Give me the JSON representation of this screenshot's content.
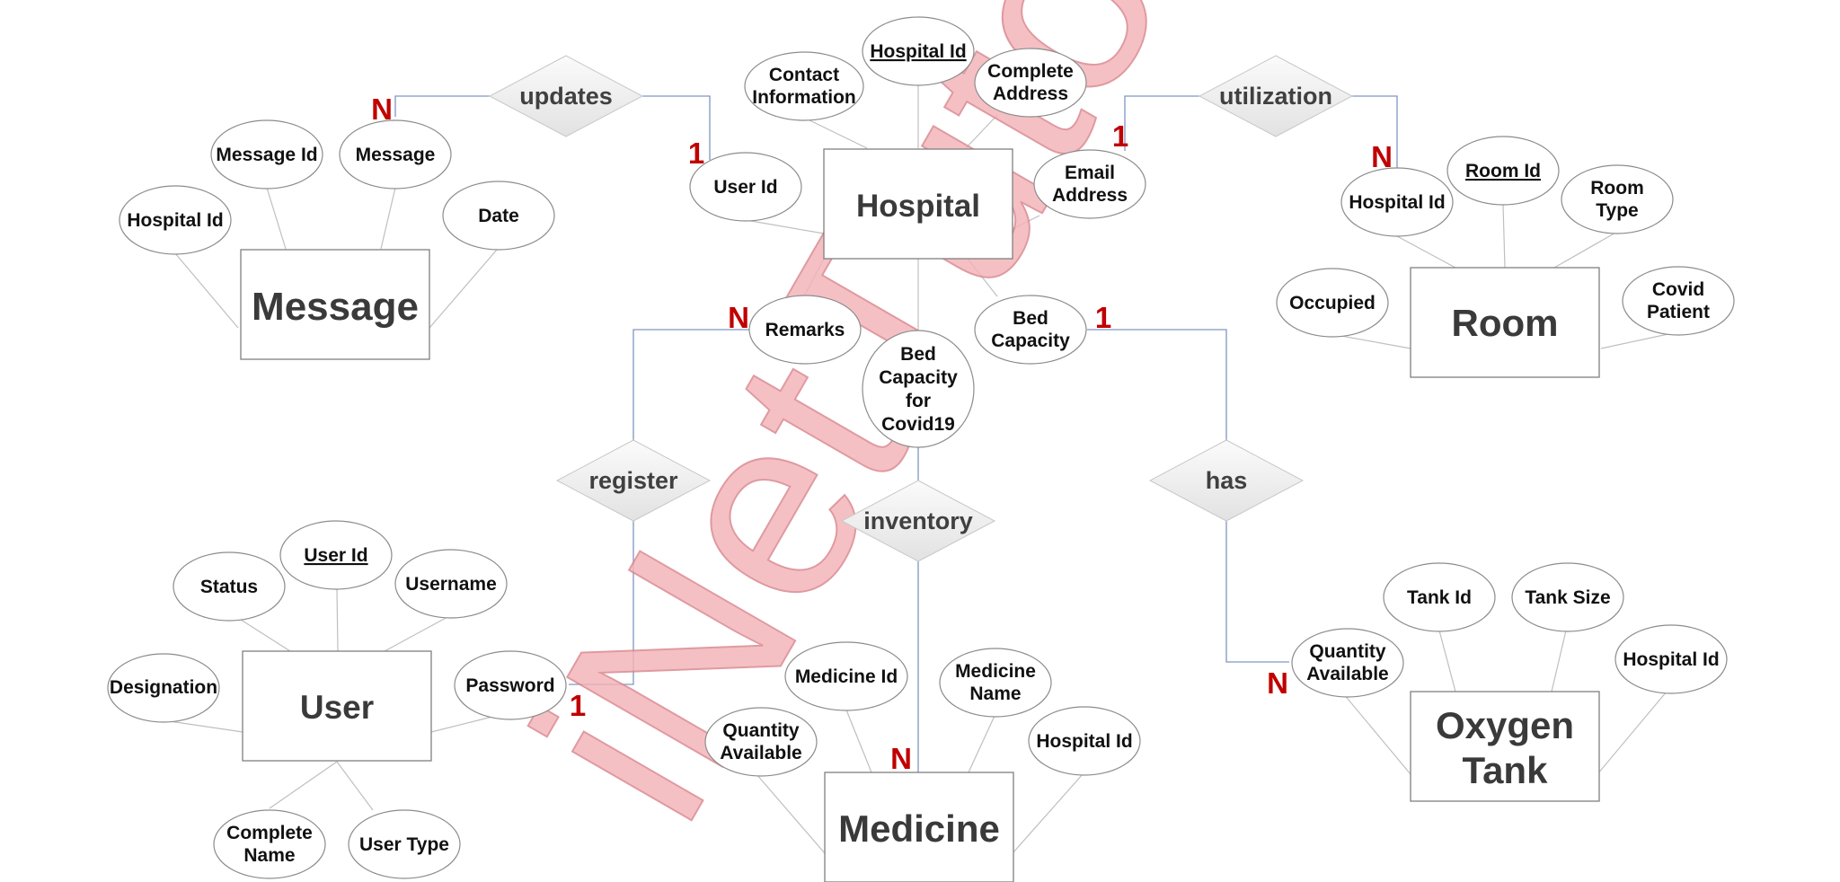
{
  "entities": {
    "message": "Message",
    "hospital": "Hospital",
    "room": "Room",
    "user": "User",
    "medicine": "Medicine",
    "oxygen_tank": [
      "Oxygen",
      "Tank"
    ]
  },
  "relationships": {
    "updates": "updates",
    "utilization": "utilization",
    "register": "register",
    "inventory": "inventory",
    "has": "has"
  },
  "attributes": {
    "message": {
      "hospital_id": "Hospital Id",
      "message_id": "Message Id",
      "message": "Message",
      "date": "Date"
    },
    "hospital": {
      "contact_information": [
        "Contact",
        "Information"
      ],
      "hospital_id": "Hospital Id",
      "complete_address": [
        "Complete",
        "Address"
      ],
      "user_id": "User Id",
      "email_address": [
        "Email",
        "Address"
      ],
      "remarks": "Remarks",
      "bed_capacity": [
        "Bed",
        "Capacity"
      ],
      "bed_capacity_covid19": [
        "Bed",
        "Capacity",
        "for",
        "Covid19"
      ]
    },
    "room": {
      "hospital_id": "Hospital Id",
      "room_id": "Room Id",
      "room_type": [
        "Room",
        "Type"
      ],
      "occupied": "Occupied",
      "covid_patient": [
        "Covid",
        "Patient"
      ]
    },
    "user": {
      "status": "Status",
      "user_id": "User Id",
      "username": "Username",
      "designation": "Designation",
      "password": "Password",
      "complete_name": [
        "Complete",
        "Name"
      ],
      "user_type": "User Type"
    },
    "medicine": {
      "medicine_id": "Medicine Id",
      "medicine_name": [
        "Medicine",
        "Name"
      ],
      "quantity_available": [
        "Quantity",
        "Available"
      ],
      "hospital_id": "Hospital Id"
    },
    "oxygen_tank": {
      "tank_id": "Tank Id",
      "tank_size": "Tank Size",
      "hospital_id": "Hospital Id",
      "quantity_available": [
        "Quantity",
        "Available"
      ]
    }
  },
  "cardinalities": {
    "updates_message": "N",
    "updates_user": "1",
    "utilization_hospital": "1",
    "utilization_room": "N",
    "register_hospital": "N",
    "register_user": "1",
    "has_hospital": "1",
    "has_oxygen": "N",
    "inventory_medicine": "N"
  },
  "watermark": "iNetTutor.com",
  "colors": {
    "cardinality": "#c00000",
    "relationship_line": "#7f96c0",
    "watermark": "#f3b3b8"
  }
}
